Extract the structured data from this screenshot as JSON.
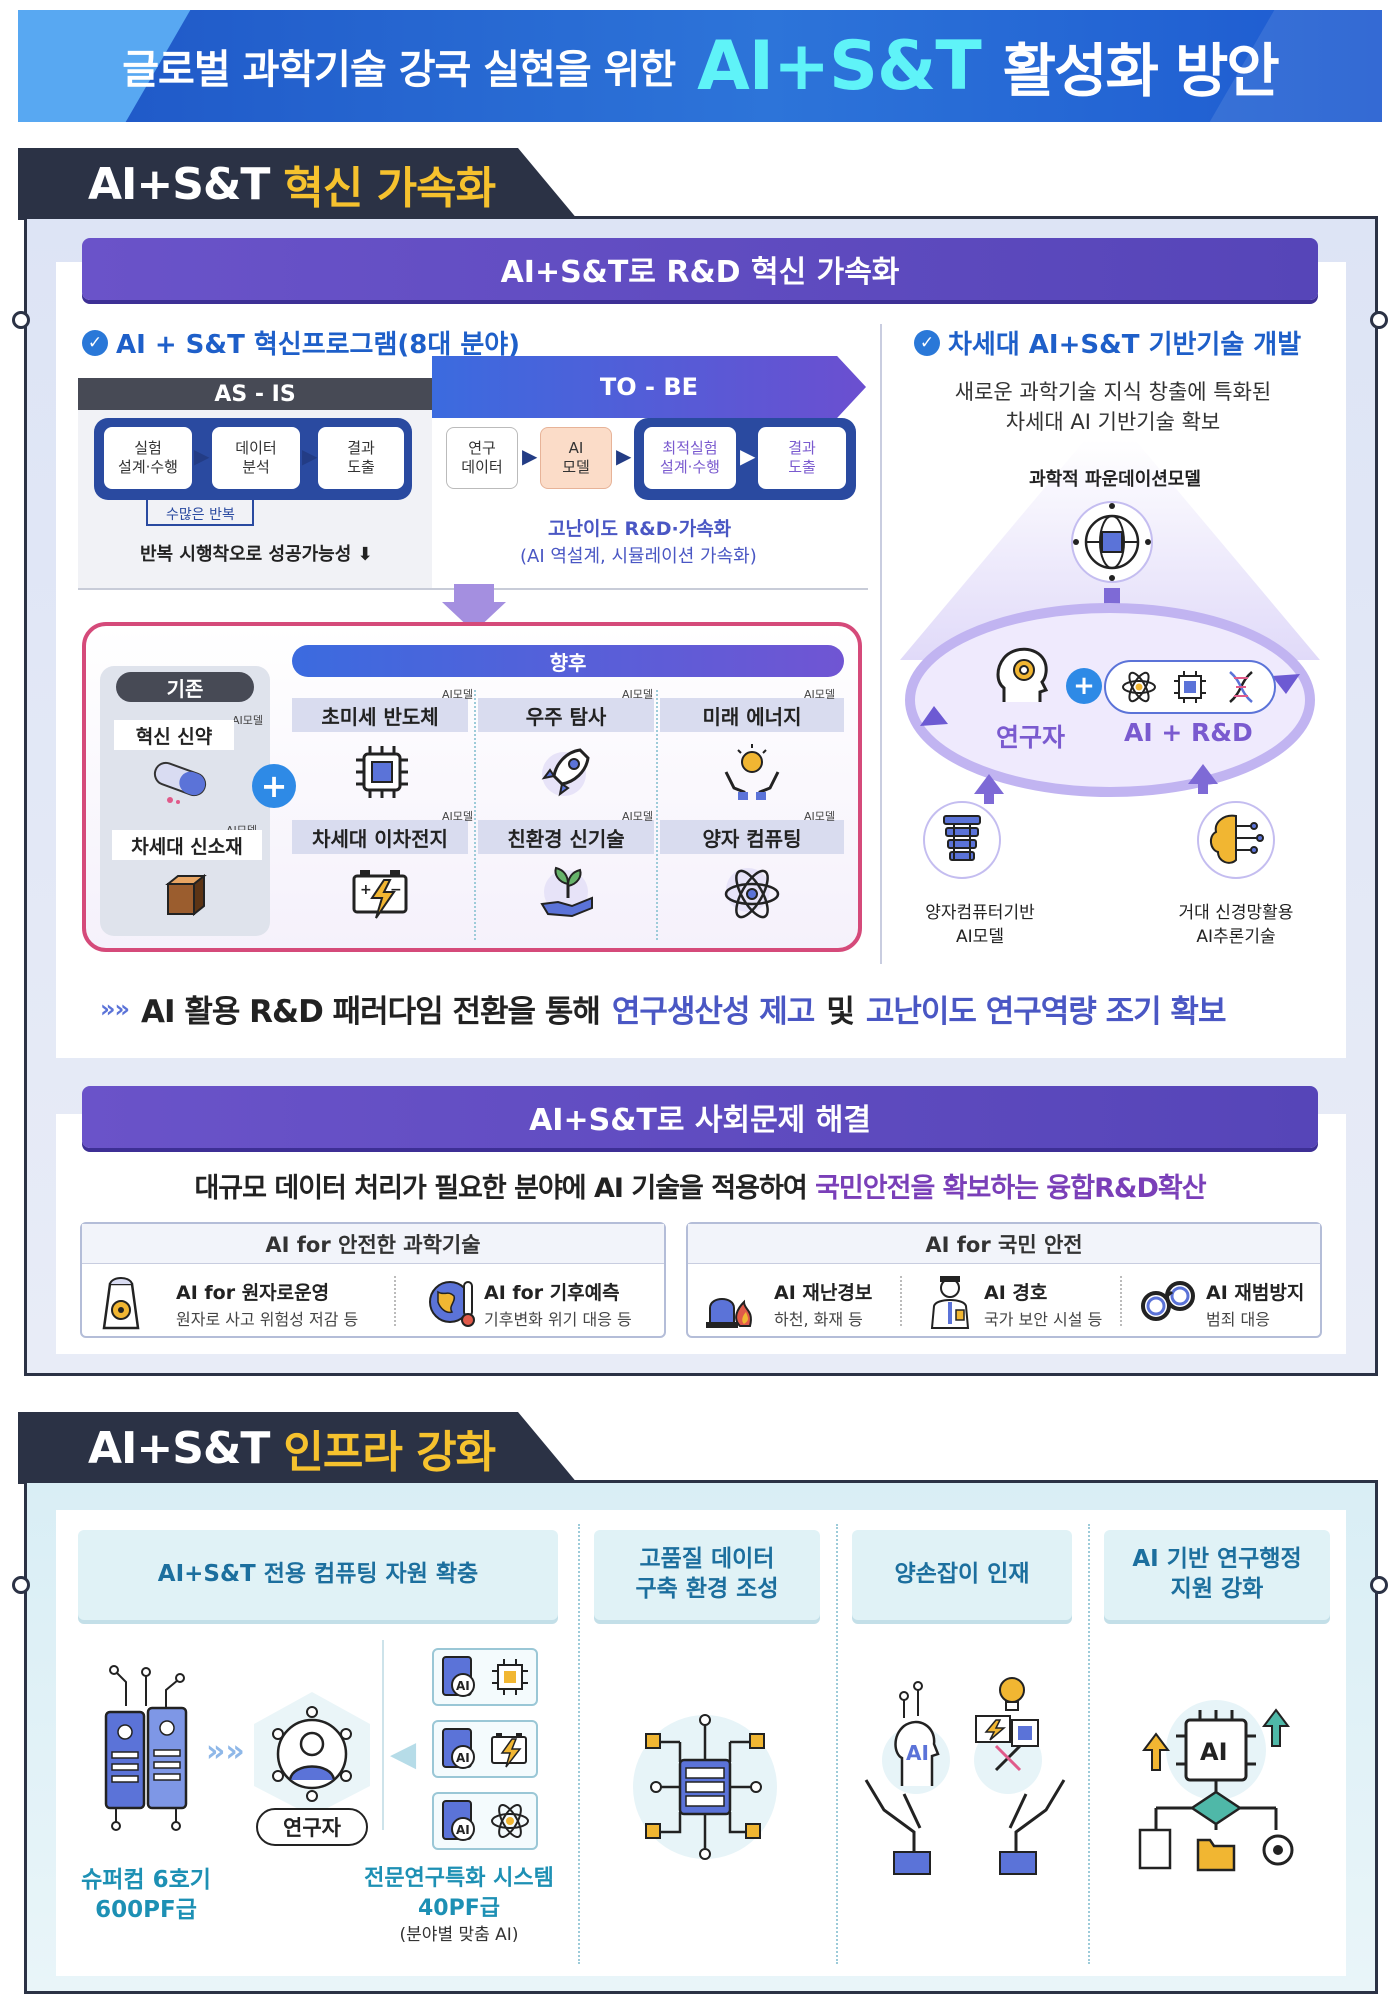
{
  "title": {
    "sub": "글로벌 과학기술 강국 실현을 위한",
    "main": "AI+S&T",
    "main2": "활성화 방안"
  },
  "section1": {
    "tab_white": "AI+S&T",
    "tab_yellow": "혁신 가속화",
    "rd_bar": "AI+S&T로 R&D 혁신 가속화",
    "program_heading": "AI + S&T 혁신프로그램(8대 분야)",
    "asis_label": "AS - IS",
    "tobe_label": "TO - BE",
    "asis_steps": [
      "실험\n설계·수행",
      "데이터\n분석",
      "결과\n도출"
    ],
    "asis_loop": "수많은 반복",
    "asis_note": "반복 시행착오로 성공가능성 ⬇",
    "tobe_steps": [
      "연구\n데이터",
      "AI\n모델",
      "최적실험\n설계·수행",
      "결과\n도출"
    ],
    "tobe_note1": "고난이도 R&D·가속화",
    "tobe_note2": "(AI 역설계, 시뮬레이션 가속화)",
    "existing_label": "기존",
    "future_label": "향후",
    "existing_items": [
      "혁신 신약",
      "차세대 신소재"
    ],
    "ai_model_tag": "AI모델",
    "fields": [
      "초미세 반도체",
      "우주 탐사",
      "미래 에너지",
      "차세대 이차전지",
      "친환경 신기술",
      "양자 컴퓨팅"
    ],
    "nextgen_heading": "차세대 AI+S&T 기반기술 개발",
    "nextgen_desc1": "새로운 과학기술 지식 창출에 특화된",
    "nextgen_desc2": "차세대 AI 기반기술 확보",
    "foundation_model": "과학적 파운데이션모델",
    "researcher": "연구자",
    "ai_rd": "AI + R&D",
    "quantum_model1": "양자컴퓨터기반",
    "quantum_model2": "AI모델",
    "neural_model1": "거대 신경망활용",
    "neural_model2": "AI추론기술",
    "conclusion_pre": "AI 활용 R&D 패러다임 전환을 통해",
    "conclusion_hl1": "연구생산성 제고",
    "conclusion_mid": "및",
    "conclusion_hl2": "고난이도 연구역량 조기 확보",
    "social_bar": "AI+S&T로 사회문제 해결",
    "social_desc_pre": "대규모 데이터 처리가 필요한 분야에 AI 기술을 적용하여",
    "social_desc_hl": "국민안전을 확보하는 융합R&D확산",
    "safety_science": {
      "head": "AI for 안전한 과학기술",
      "items": [
        {
          "title": "AI for 원자로운영",
          "desc": "원자로 사고 위험성 저감 등"
        },
        {
          "title": "AI for 기후예측",
          "desc": "기후변화 위기 대응 등"
        }
      ]
    },
    "public_safety": {
      "head": "AI for 국민 안전",
      "items": [
        {
          "title": "AI 재난경보",
          "desc": "하천, 화재 등"
        },
        {
          "title": "AI 경호",
          "desc": "국가 보안 시설 등"
        },
        {
          "title": "AI 재범방지",
          "desc": "범죄 대응"
        }
      ]
    }
  },
  "section2": {
    "tab_white": "AI+S&T",
    "tab_yellow": "인프라 강화",
    "cards": [
      "AI+S&T 전용 컴퓨팅 자원 확충",
      "고품질 데이터\n구축 환경 조성",
      "양손잡이 인재",
      "AI 기반 연구행정\n지원 강화"
    ],
    "supercomputer1": "슈퍼컴 6호기",
    "supercomputer2": "600PF급",
    "researcher": "연구자",
    "special_system1": "전문연구특화 시스템",
    "special_system2": "40PF급",
    "special_system3": "(분야별 맞춤 AI)",
    "ai_chip_label": "AI"
  },
  "colors": {
    "title_blue": "#1e56c6",
    "title_cyan": "#5ff3f8",
    "tab_dark": "#2b3245",
    "tab_yellow": "#f6c22e",
    "purple_bar": "#6a53c9",
    "highlight_purple": "#4a57c4",
    "teal": "#1d90b4",
    "pink_border": "#d54a7a"
  }
}
